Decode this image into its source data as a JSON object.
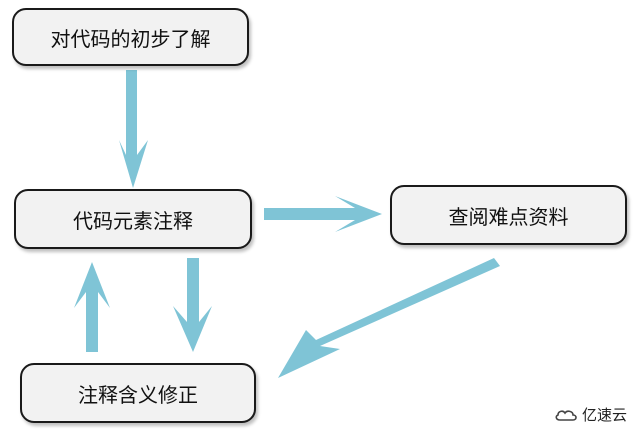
{
  "nodes": {
    "initial_understanding": "对代码的初步了解",
    "annotate_elements": "代码元素注释",
    "consult_materials": "查阅难点资料",
    "revise_meaning": "注释含义修正"
  },
  "colors": {
    "arrow_fill": "#7fc4d6",
    "box_fill": "#f2f2f2",
    "box_border": "#1a1a1a"
  },
  "watermark": {
    "text": "亿速云",
    "icon": "cloud-logo-icon"
  }
}
